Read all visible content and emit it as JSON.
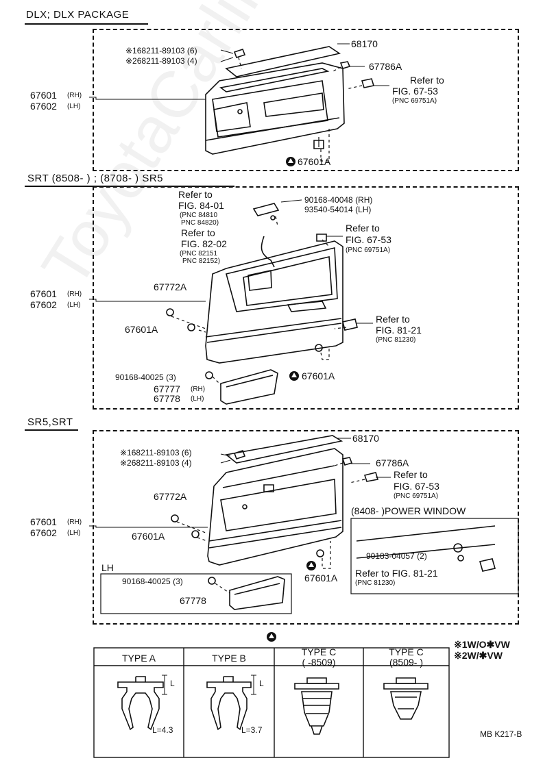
{
  "watermark": "ToyotaCarline.ru",
  "sections": {
    "dlx": {
      "header": "DLX; DLX PACKAGE",
      "note1": "※168211-89103 (6)",
      "note2": "※268211-89103 (4)",
      "p68170": "68170",
      "p67786a": "67786A",
      "refer_text": "Refer to",
      "refer_fig": "FIG. 67-53",
      "refer_pnc": "(PNC 69751A)",
      "p_rh": "67601",
      "p_rh_tag": "(RH)",
      "p_lh": "67602",
      "p_lh_tag": "(LH)",
      "p67601a": "67601A"
    },
    "srt": {
      "header": "SRT (8508-          ) ; (8708-          ) SR5",
      "refer1_text": "Refer to",
      "refer1_fig": "FIG. 84-01",
      "refer1_pnc1": "(PNC 84810",
      "refer1_pnc2": "PNC 84820)",
      "bolt_rh": "90168-40048 (RH)",
      "bolt_lh": "93540-54014 (LH)",
      "refer2_text": "Refer to",
      "refer2_fig": "FIG. 82-02",
      "refer2_pnc1": "(PNC 82151",
      "refer2_pnc2": "PNC 82152)",
      "refer3_text": "Refer to",
      "refer3_fig": "FIG. 67-53",
      "refer3_pnc": "(PNC 69751A)",
      "p67772a": "67772A",
      "p_rh": "67601",
      "p_rh_tag": "(RH)",
      "p_lh": "67602",
      "p_lh_tag": "(LH)",
      "p67601a_left": "67601A",
      "refer4_text": "Refer to",
      "refer4_fig": "FIG. 81-21",
      "refer4_pnc": "(PNC 81230)",
      "p67601a": "67601A",
      "screw": "90168-40025 (3)",
      "p67777": "67777",
      "p67777_tag": "(RH)",
      "p67778": "67778",
      "p67778_tag": "(LH)"
    },
    "sr5": {
      "header": "SR5,SRT",
      "note1": "※168211-89103 (6)",
      "note2": "※268211-89103 (4)",
      "p68170": "68170",
      "p67786a": "67786A",
      "refer_text": "Refer to",
      "refer_fig": "FIG. 67-53",
      "refer_pnc": "(PNC 69751A)",
      "p67772a": "67772A",
      "p_rh": "67601",
      "p_rh_tag": "(RH)",
      "p_lh": "67602",
      "p_lh_tag": "(LH)",
      "p67601a_left": "67601A",
      "power_window_title": "(8408-          )POWER WINDOW",
      "pw_clip": "90183-04057 (2)",
      "pw_refer": "Refer to FIG. 81-21",
      "pw_pnc": "(PNC 81230)",
      "lh_title": "LH",
      "lh_screw": "90168-40025 (3)",
      "lh_part": "67778",
      "p67601a": "67601A"
    }
  },
  "legend": {
    "line1": "※1W/O✱VW",
    "line2": "※2W/✱VW"
  },
  "types": [
    {
      "name": "TYPE  A",
      "range": "",
      "dim": "L=4.3"
    },
    {
      "name": "TYPE  B",
      "range": "",
      "dim": "L=3.7"
    },
    {
      "name": "TYPE  C",
      "range": "(       -8509)",
      "dim": ""
    },
    {
      "name": "TYPE C",
      "range": "(8509-          )",
      "dim": ""
    }
  ],
  "dim_letter": "L",
  "footer_code": "MB  K217-B"
}
